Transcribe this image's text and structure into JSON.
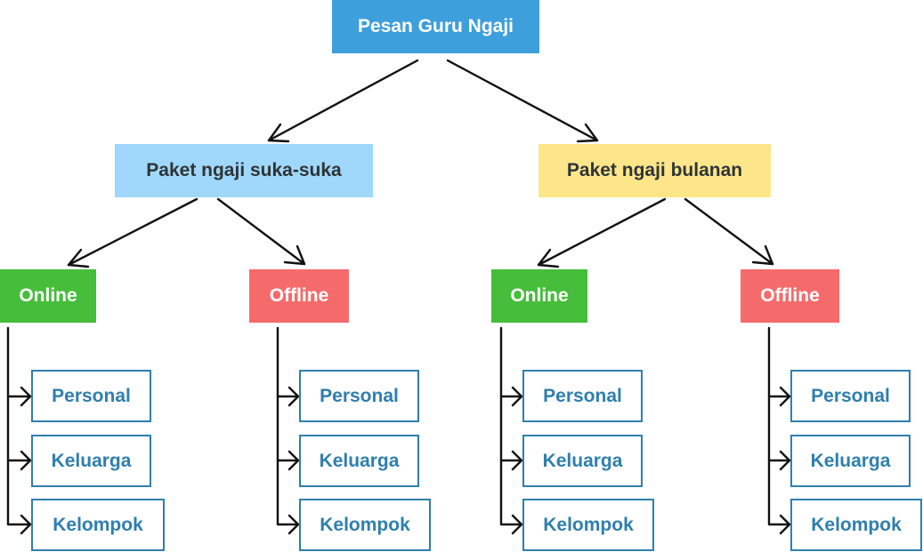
{
  "root": {
    "label": "Pesan Guru Ngaji",
    "color": "#3d9fdc"
  },
  "packages": [
    {
      "label": "Paket ngaji suka-suka",
      "color": "#9fd8fb",
      "modes": [
        {
          "label": "Online",
          "color": "#46bd3b",
          "items": [
            "Personal",
            "Keluarga",
            "Kelompok"
          ]
        },
        {
          "label": "Offline",
          "color": "#f56b6b",
          "items": [
            "Personal",
            "Keluarga",
            "Kelompok"
          ]
        }
      ]
    },
    {
      "label": "Paket ngaji bulanan",
      "color": "#fde68a",
      "modes": [
        {
          "label": "Online",
          "color": "#46bd3b",
          "items": [
            "Personal",
            "Keluarga",
            "Kelompok"
          ]
        },
        {
          "label": "Offline",
          "color": "#f56b6b",
          "items": [
            "Personal",
            "Keluarga",
            "Kelompok"
          ]
        }
      ]
    }
  ]
}
